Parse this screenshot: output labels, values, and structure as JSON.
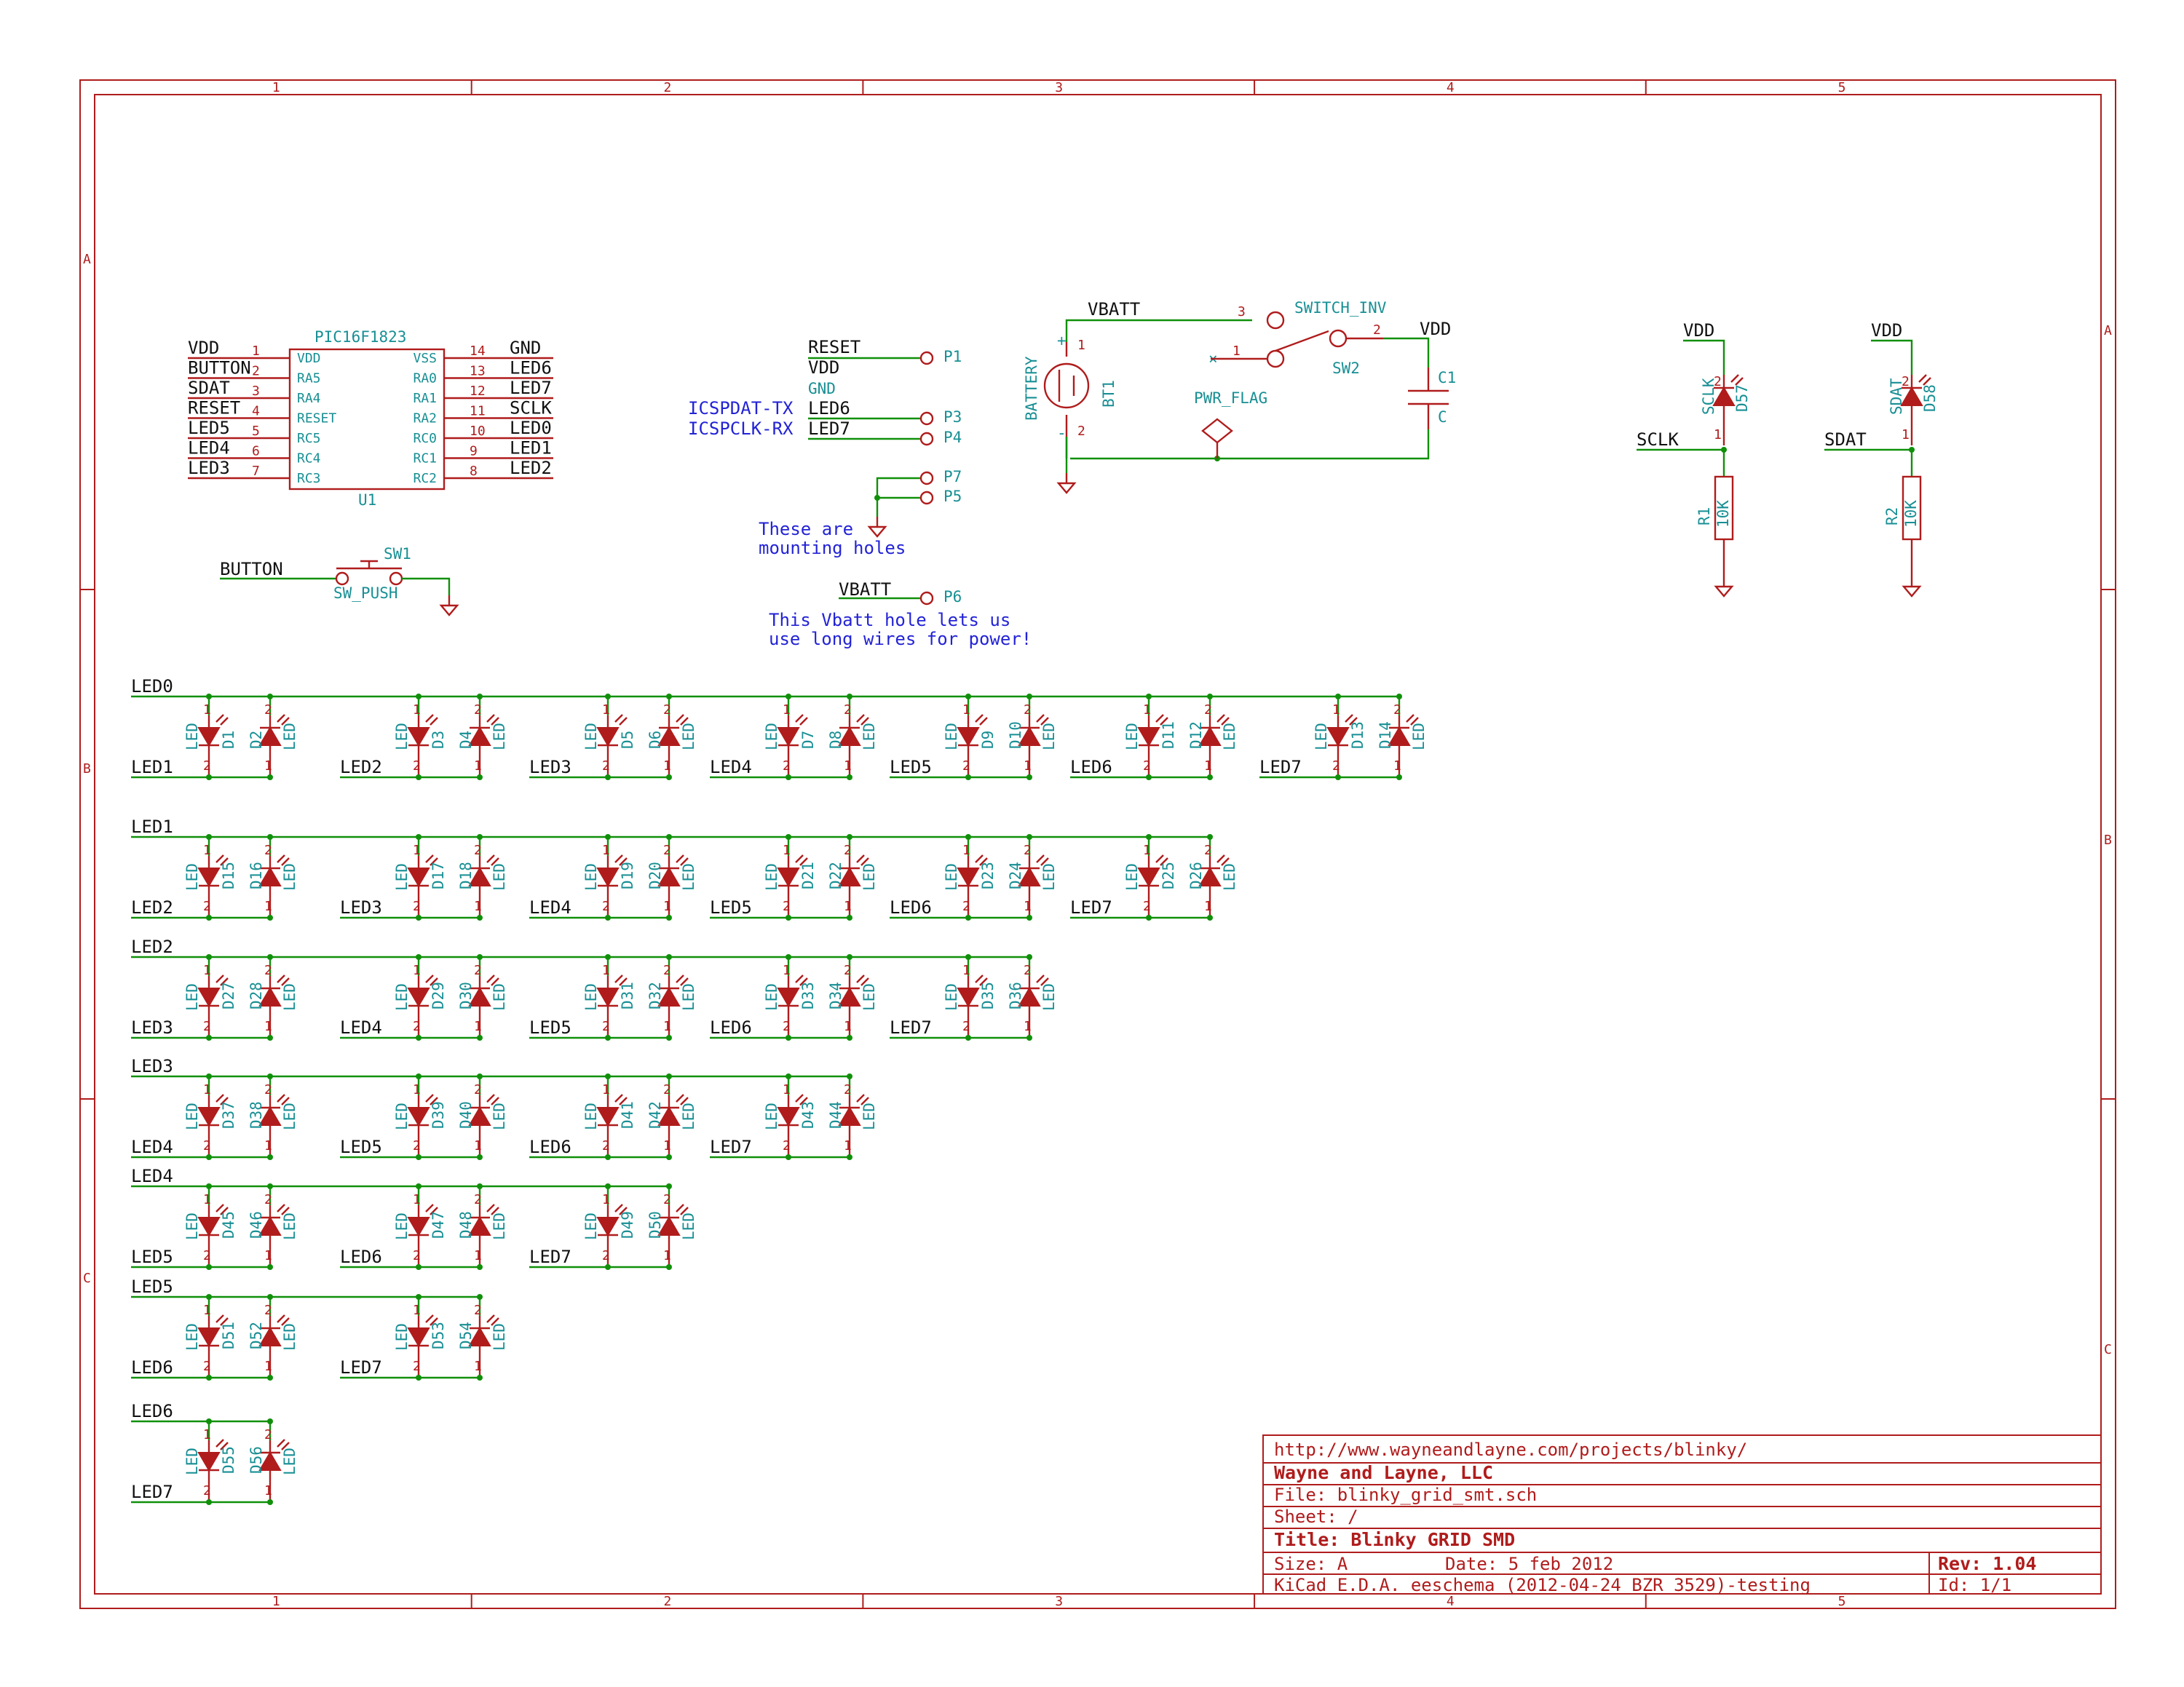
{
  "frame": {
    "cols": [
      "1",
      "2",
      "3",
      "4",
      "5"
    ],
    "rows": [
      "A",
      "B",
      "C"
    ]
  },
  "mcu": {
    "part": "PIC16F1823",
    "ref": "U1",
    "left_pins": [
      {
        "net": "VDD",
        "num": "1",
        "name": "VDD"
      },
      {
        "net": "BUTTON",
        "num": "2",
        "name": "RA5"
      },
      {
        "net": "SDAT",
        "num": "3",
        "name": "RA4"
      },
      {
        "net": "RESET",
        "num": "4",
        "name": "RESET"
      },
      {
        "net": "LED5",
        "num": "5",
        "name": "RC5"
      },
      {
        "net": "LED4",
        "num": "6",
        "name": "RC4"
      },
      {
        "net": "LED3",
        "num": "7",
        "name": "RC3"
      }
    ],
    "right_pins": [
      {
        "net": "GND",
        "num": "14",
        "name": "VSS"
      },
      {
        "net": "LED6",
        "num": "13",
        "name": "RA0"
      },
      {
        "net": "LED7",
        "num": "12",
        "name": "RA1"
      },
      {
        "net": "SCLK",
        "num": "11",
        "name": "RA2"
      },
      {
        "net": "LED0",
        "num": "10",
        "name": "RC0"
      },
      {
        "net": "LED1",
        "num": "9",
        "name": "RC1"
      },
      {
        "net": "LED2",
        "num": "8",
        "name": "RC2"
      }
    ]
  },
  "sw1": {
    "ref": "SW1",
    "value": "SW_PUSH",
    "net": "BUTTON"
  },
  "connectors": {
    "reset": {
      "net": "RESET",
      "ref": "P1"
    },
    "vdd": {
      "net": "VDD"
    },
    "gnd": {
      "net": "GND"
    },
    "tx": {
      "net": "LED6",
      "ref": "P3",
      "label": "ICSPDAT-TX"
    },
    "rx": {
      "net": "LED7",
      "ref": "P4",
      "label": "ICSPCLK-RX"
    },
    "p7": {
      "ref": "P7"
    },
    "p5": {
      "ref": "P5"
    },
    "mount_note": [
      "These are",
      "mounting holes"
    ],
    "p6": {
      "net": "VBATT",
      "ref": "P6"
    },
    "vbatt_note": [
      "This Vbatt hole lets us",
      "use long wires for power!"
    ]
  },
  "power": {
    "vbatt": "VBATT",
    "vdd": "VDD",
    "battery": {
      "ref": "BT1",
      "value": "BATTERY",
      "plus": "+",
      "minus": "-",
      "pin1": "1",
      "pin2": "2"
    },
    "sw2": {
      "ref": "SW2",
      "value": "SWITCH_INV",
      "pin3": "3",
      "pin1": "1",
      "pin2": "2",
      "nc": "×"
    },
    "c1": {
      "ref": "C1",
      "value": "C"
    },
    "pwr_flag": "PWR_FLAG"
  },
  "status_leds": [
    {
      "top": "VDD",
      "led_val": "SCLK",
      "ref": "D57",
      "side": "SCLK",
      "res_ref": "R1",
      "res_val": "10K"
    },
    {
      "top": "VDD",
      "led_val": "SDAT",
      "ref": "D58",
      "side": "SDAT",
      "res_ref": "R2",
      "res_val": "10K"
    }
  ],
  "led_grid": {
    "value": "LED",
    "pin1": "1",
    "pin2": "2",
    "rows": [
      {
        "top": "LED0",
        "pairs": [
          [
            "LED1",
            "D1",
            "D2"
          ],
          [
            "LED2",
            "D3",
            "D4"
          ],
          [
            "LED3",
            "D5",
            "D6"
          ],
          [
            "LED4",
            "D7",
            "D8"
          ],
          [
            "LED5",
            "D9",
            "D10"
          ],
          [
            "LED6",
            "D11",
            "D12"
          ],
          [
            "LED7",
            "D13",
            "D14"
          ]
        ]
      },
      {
        "top": "LED1",
        "pairs": [
          [
            "LED2",
            "D15",
            "D16"
          ],
          [
            "LED3",
            "D17",
            "D18"
          ],
          [
            "LED4",
            "D19",
            "D20"
          ],
          [
            "LED5",
            "D21",
            "D22"
          ],
          [
            "LED6",
            "D23",
            "D24"
          ],
          [
            "LED7",
            "D25",
            "D26"
          ]
        ]
      },
      {
        "top": "LED2",
        "pairs": [
          [
            "LED3",
            "D27",
            "D28"
          ],
          [
            "LED4",
            "D29",
            "D30"
          ],
          [
            "LED5",
            "D31",
            "D32"
          ],
          [
            "LED6",
            "D33",
            "D34"
          ],
          [
            "LED7",
            "D35",
            "D36"
          ]
        ]
      },
      {
        "top": "LED3",
        "pairs": [
          [
            "LED4",
            "D37",
            "D38"
          ],
          [
            "LED5",
            "D39",
            "D40"
          ],
          [
            "LED6",
            "D41",
            "D42"
          ],
          [
            "LED7",
            "D43",
            "D44"
          ]
        ]
      },
      {
        "top": "LED4",
        "pairs": [
          [
            "LED5",
            "D45",
            "D46"
          ],
          [
            "LED6",
            "D47",
            "D48"
          ],
          [
            "LED7",
            "D49",
            "D50"
          ]
        ]
      },
      {
        "top": "LED5",
        "pairs": [
          [
            "LED6",
            "D51",
            "D52"
          ],
          [
            "LED7",
            "D53",
            "D54"
          ]
        ]
      },
      {
        "top": "LED6",
        "pairs": [
          [
            "LED7",
            "D55",
            "D56"
          ]
        ]
      }
    ]
  },
  "title_block": {
    "url": "http://www.wayneandlayne.com/projects/blinky/",
    "company": "Wayne and Layne, LLC",
    "file": "File: blinky_grid_smt.sch",
    "sheet": "Sheet: /",
    "title": "Title: Blinky GRID SMD",
    "size": "Size: A",
    "date": "Date: 5 feb 2012",
    "rev": "Rev: 1.04",
    "tool": "KiCad E.D.A.  eeschema (2012-04-24 BZR 3529)-testing",
    "id": "Id: 1/1"
  }
}
